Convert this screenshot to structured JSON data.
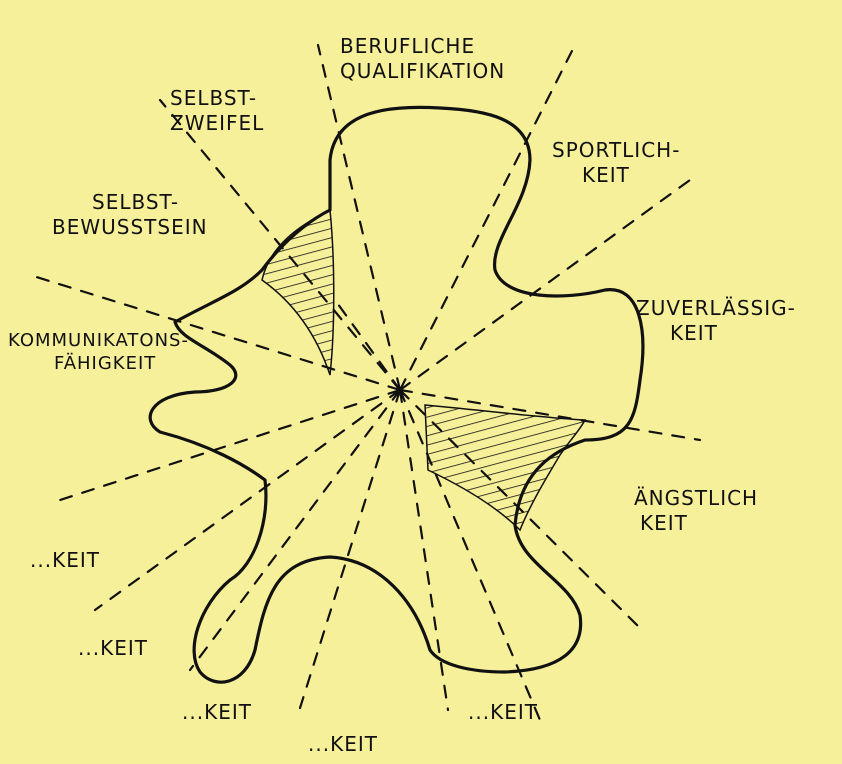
{
  "colors": {
    "paper": "#f7f09a",
    "ink": "#111111"
  },
  "labels": {
    "berufliche": [
      "BERUFLICHE",
      "QUALIFIKATION"
    ],
    "selbstzweifel": [
      "SELBST-",
      "ZWEIFEL"
    ],
    "sportlichkeit": [
      "SPORTLICH-",
      "KEIT"
    ],
    "selbstbewusstsein": [
      "SELBST-",
      "BEWUSSTSEIN"
    ],
    "zuverlaessigkeit": [
      "ZUVERLÄSSIG-",
      "KEIT"
    ],
    "kommunikation": [
      "KOMMUNIKATONS-",
      "FÄHIGKEIT"
    ],
    "aengstlichkeit": [
      "ÄNGSTLICH",
      "KEIT"
    ],
    "keit1": "...KEIT",
    "keit2": "...KEIT",
    "keit3": "...KEIT",
    "keit4": "...KEIT",
    "keit5": "...KEIT"
  }
}
